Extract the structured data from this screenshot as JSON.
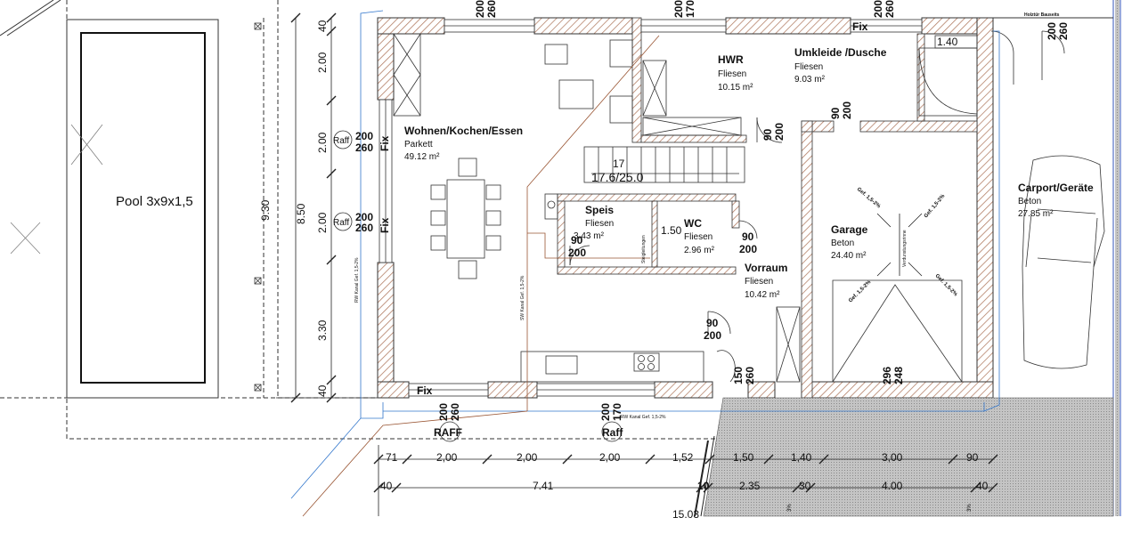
{
  "rooms": {
    "pool": {
      "name": "Pool 3x9x1,5"
    },
    "wohnen": {
      "name": "Wohnen/Kochen/Essen",
      "floor": "Parkett",
      "area": "49.12 m²"
    },
    "hwr": {
      "name": "HWR",
      "floor": "Fliesen",
      "area": "10.15 m²"
    },
    "umkleide": {
      "name": "Umkleide /Dusche",
      "floor": "Fliesen",
      "area": "9.03 m²"
    },
    "speis": {
      "name": "Speis",
      "floor": "Fliesen",
      "area": "3.43 m²"
    },
    "wc": {
      "name": "WC",
      "floor": "Fliesen",
      "area": "2.96 m²"
    },
    "vorraum": {
      "name": "Vorraum",
      "floor": "Fliesen",
      "area": "10.42 m²"
    },
    "garage": {
      "name": "Garage",
      "floor": "Beton",
      "area": "24.40 m²"
    },
    "carport": {
      "name": "Carport/Geräte",
      "floor": "Beton",
      "area": "27.85 m²"
    }
  },
  "stair": {
    "count": "17",
    "ratio": "17.6/25.0"
  },
  "labels": {
    "fix": "Fix",
    "raff": "Raff",
    "raff_caps": "RAFF",
    "holztuer": "Holztür Bauseits",
    "shower_width": "1.40",
    "wc_width": "1.50",
    "gef": "Gef. 1,5-2%",
    "rw_kanal_gef": "RW Kanal Gef. 1,5-2%",
    "sw_kanal_gef": "SW Kanal Gef. 1,5-2%",
    "verdunstung": "Verdunstungsrinne",
    "speis_note": "Steigleitungen"
  },
  "openings": {
    "w200": "200",
    "w260": "260",
    "w170": "170",
    "d90": "90",
    "d200": "200",
    "d150": "150",
    "d260": "260",
    "g296": "296",
    "g248": "248"
  },
  "dims_vertical": {
    "outer": "8.50",
    "inner": "9.30",
    "segments": [
      "40",
      "2.00",
      "2.00",
      "2.00",
      "3.30",
      "40"
    ]
  },
  "dims_bottom_row1": [
    "71",
    "2,00",
    "2,00",
    "2,00",
    "1,52",
    "1,50",
    "1,40",
    "3,00",
    "90"
  ],
  "dims_bottom_row2": [
    "40",
    "7.41",
    "10",
    "2.35",
    "30",
    "4.00",
    "40"
  ],
  "dims_extra": {
    "total": "15.03",
    "slope1": "3%",
    "slope2": "3%"
  }
}
